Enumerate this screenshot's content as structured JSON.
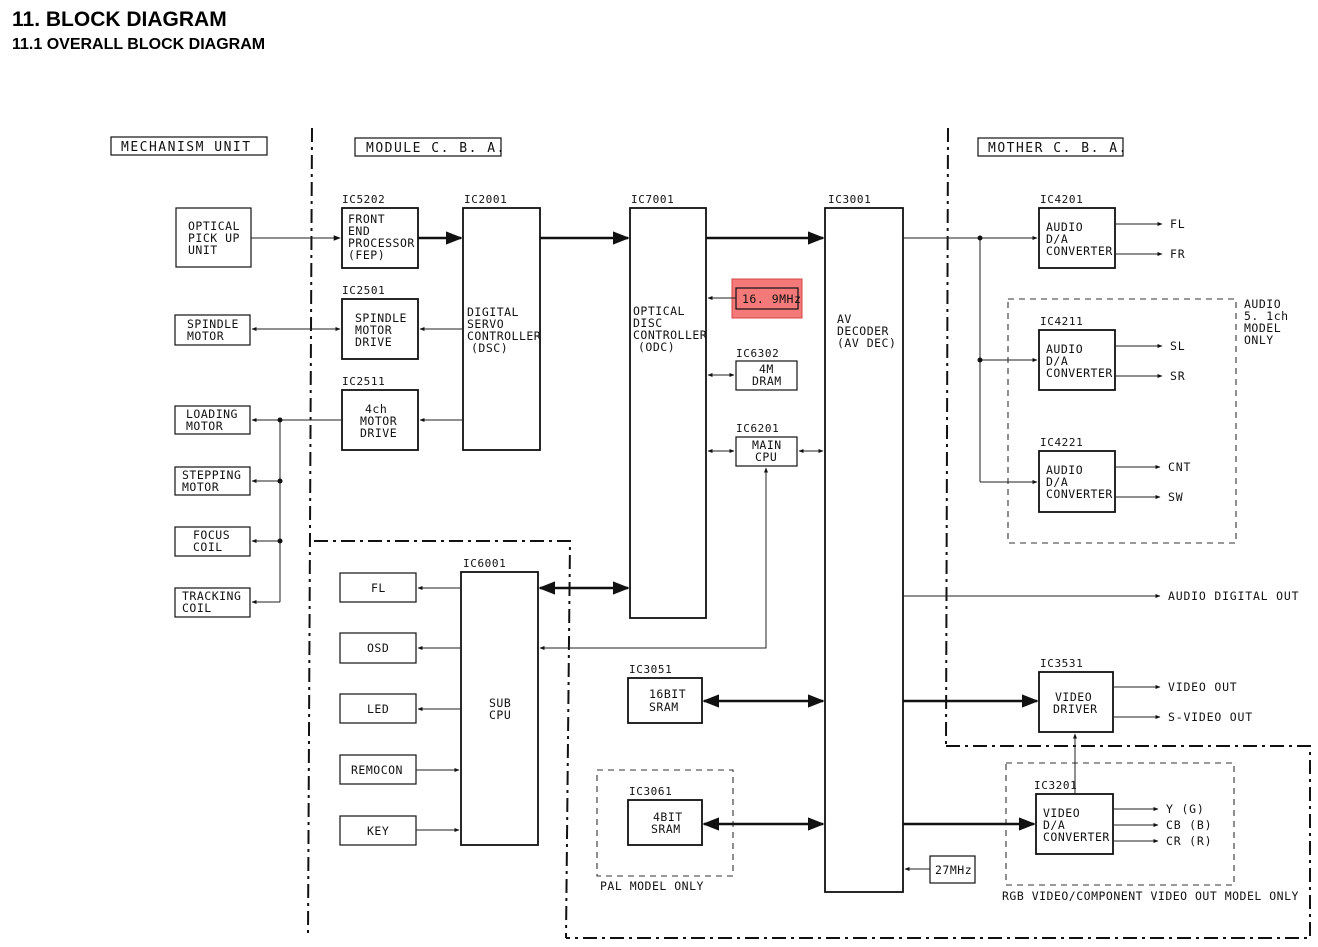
{
  "title": "11. BLOCK DIAGRAM",
  "subtitle": "11.1 OVERALL BLOCK DIAGRAM",
  "sections": {
    "mechanism": "MECHANISM UNIT",
    "module": "MODULE C. B. A.",
    "mother": "MOTHER C. B. A."
  },
  "ic_labels": {
    "ic5202": "IC5202",
    "ic2001": "IC2001",
    "ic7001": "IC7001",
    "ic3001": "IC3001",
    "ic2501": "IC2501",
    "ic2511": "IC2511",
    "ic6302": "IC6302",
    "ic6201": "IC6201",
    "ic6001": "IC6001",
    "ic3051": "IC3051",
    "ic3061": "IC3061",
    "ic4201": "IC4201",
    "ic4211": "IC4211",
    "ic4221": "IC4221",
    "ic3531": "IC3531",
    "ic3201": "IC3201"
  },
  "mechanism_blocks": {
    "pickup": [
      "OPTICAL",
      "PICK UP",
      "UNIT"
    ],
    "spindle": [
      "SPINDLE",
      "MOTOR"
    ],
    "loading": [
      "LOADING",
      "MOTOR"
    ],
    "stepping": [
      "STEPPING",
      "MOTOR"
    ],
    "focus": [
      "FOCUS",
      "COIL"
    ],
    "tracking": [
      "TRACKING",
      "COIL"
    ]
  },
  "module_blocks": {
    "fep": [
      "FRONT",
      "END",
      "PROCESSOR",
      "(FEP)"
    ],
    "spindle_drive": [
      "SPINDLE",
      "MOTOR",
      "DRIVE"
    ],
    "motor_drive": [
      "4ch",
      "MOTOR",
      "DRIVE"
    ],
    "dsc": [
      "DIGITAL",
      "SERVO",
      "CONTROLLER",
      "(DSC)"
    ],
    "odc": [
      "OPTICAL",
      "DISC",
      "CONTROLLER",
      "(ODC)"
    ],
    "clock": "16. 9MHz",
    "dram": [
      "4M",
      "DRAM"
    ],
    "main_cpu": [
      "MAIN",
      "CPU"
    ],
    "av_dec": [
      "AV",
      "DECODER",
      "(AV DEC)"
    ],
    "sub_cpu": [
      "SUB",
      "CPU"
    ],
    "fl": "FL",
    "osd": "OSD",
    "led": "LED",
    "remocon": "REMOCON",
    "key": "KEY",
    "sram16": [
      "16BIT",
      "SRAM"
    ],
    "sram4": [
      "4BIT",
      "SRAM"
    ],
    "pal_note": "PAL MODEL ONLY",
    "clock27": "27MHz"
  },
  "mother_blocks": {
    "audio_dac": [
      "AUDIO",
      "D/A",
      "CONVERTER"
    ],
    "audio_note": [
      "AUDIO",
      "5. 1ch",
      "MODEL",
      "ONLY"
    ],
    "video_driver": [
      "VIDEO",
      "DRIVER"
    ],
    "video_dac": [
      "VIDEO",
      "D/A",
      "CONVERTER"
    ],
    "rgb_note": "RGB VIDEO/COMPONENT VIDEO OUT MODEL ONLY"
  },
  "outputs": {
    "fl": "FL",
    "fr": "FR",
    "sl": "SL",
    "sr": "SR",
    "cnt": "CNT",
    "sw": "SW",
    "digital": "AUDIO DIGITAL OUT",
    "video": "VIDEO OUT",
    "svideo": "S-VIDEO OUT",
    "y": "Y (G)",
    "cb": "CB (B)",
    "cr": "CR (R)"
  },
  "colors": {
    "highlight_fill": "#f47a7a",
    "highlight_stroke": "#d84444"
  }
}
